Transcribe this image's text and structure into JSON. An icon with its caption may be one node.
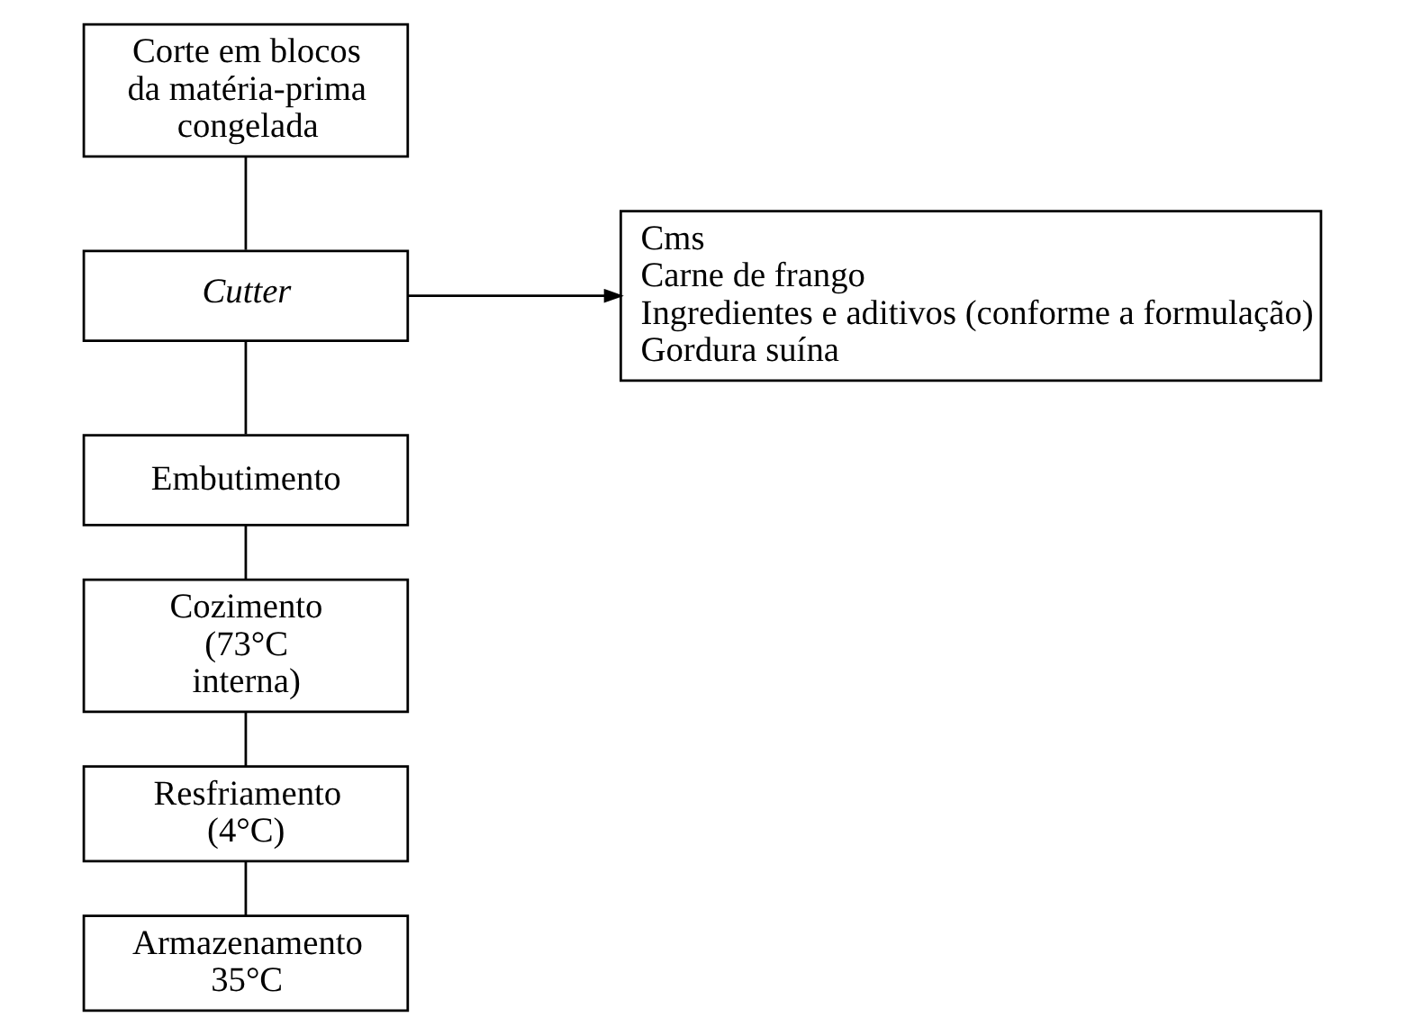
{
  "diagram": {
    "nodes": [
      {
        "text": [
          "Corte em blocos da matéria-prima congelada"
        ]
      },
      {
        "text": [
          "Cutter"
        ]
      },
      {
        "text": [
          "Embutimento"
        ]
      },
      {
        "text": [
          "Cozimento (73°C interna)"
        ]
      },
      {
        "text": [
          "Resfriamento (4°C)"
        ]
      },
      {
        "text": [
          "Armazenamento 35°C"
        ]
      },
      {
        "text": [
          "Cms",
          "Carne de frango",
          "Ingredientes e aditivos (conforme a formulação)",
          "Gordura suína"
        ]
      }
    ],
    "edges": [
      {
        "from": 0,
        "to": 1,
        "arrow": "none"
      },
      {
        "from": 1,
        "to": 2,
        "arrow": "none"
      },
      {
        "from": 2,
        "to": 3,
        "arrow": "none"
      },
      {
        "from": 3,
        "to": 4,
        "arrow": "none"
      },
      {
        "from": 4,
        "to": 5,
        "arrow": "none"
      },
      {
        "from": 1,
        "to": 6,
        "arrow": "to"
      }
    ]
  }
}
